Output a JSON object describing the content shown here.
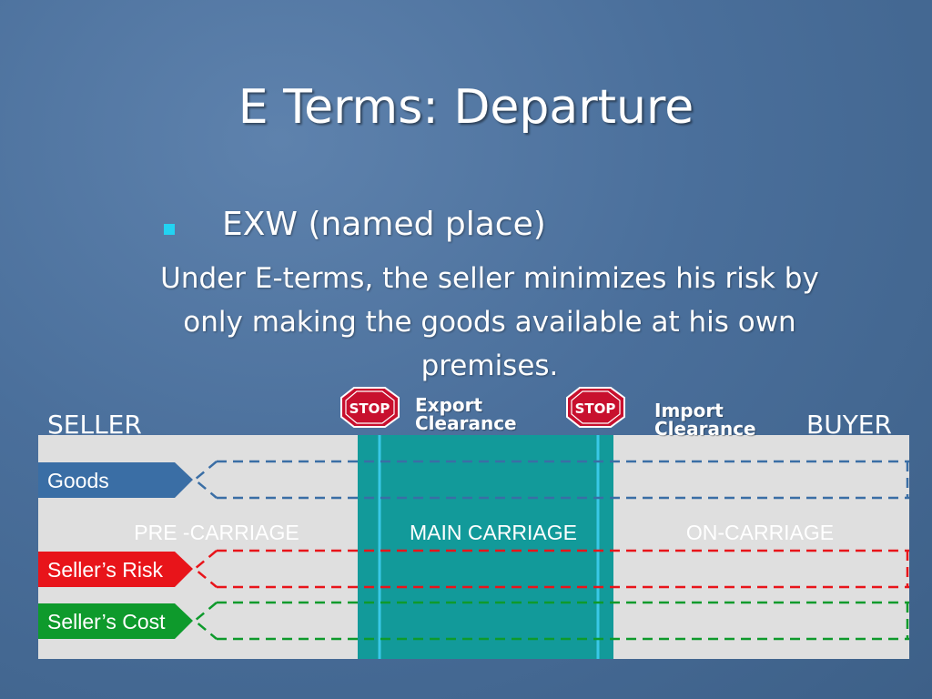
{
  "slide": {
    "title": "E Terms: Departure",
    "bullet": "EXW (named place)",
    "paragraph": "Under E-terms, the seller minimizes his risk by only making the goods available at his own premises."
  },
  "diagram": {
    "seller_label": "SELLER",
    "buyer_label": "BUYER",
    "stop_text": "STOP",
    "export_clearance": [
      "Export",
      "Clearance"
    ],
    "import_clearance": [
      "Import",
      "Clearance"
    ],
    "segments": {
      "pre": "PRE -CARRIAGE",
      "main": "MAIN CARRIAGE",
      "on": "ON-CARRIAGE"
    },
    "rows": {
      "goods": "Goods",
      "risk": "Seller’s Risk",
      "cost": "Seller’s Cost"
    },
    "colors": {
      "goods": "#3a6ea5",
      "risk": "#e8141a",
      "cost": "#0e9a2c",
      "main_carriage": "#129a9a",
      "panel": "#dfdfdf",
      "stop_red": "#c8102e",
      "bullet": "#22d3f2"
    }
  }
}
